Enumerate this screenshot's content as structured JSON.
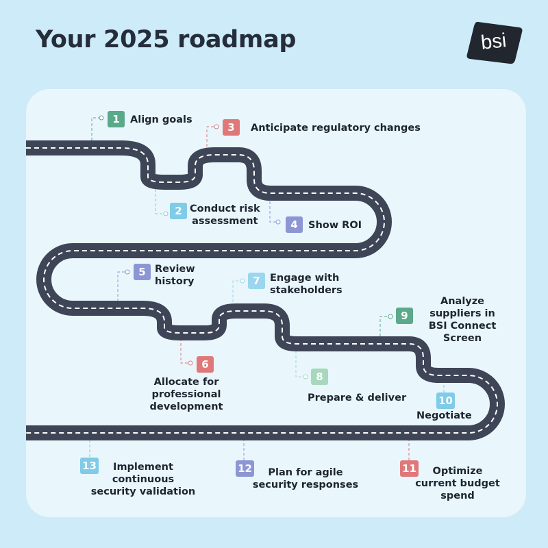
{
  "title": "Your 2025 roadmap",
  "logo": {
    "text": "bsi"
  },
  "colors": {
    "background": "#cdebf8",
    "panel": "#e9f6fc",
    "road": "#3e4556",
    "lane": "#ffffff"
  },
  "milestones": [
    {
      "num": "1",
      "label": "Align goals"
    },
    {
      "num": "2",
      "label": "Conduct risk\nassessment"
    },
    {
      "num": "3",
      "label": "Anticipate regulatory changes"
    },
    {
      "num": "4",
      "label": "Show ROI"
    },
    {
      "num": "5",
      "label": "Review\nhistory"
    },
    {
      "num": "6",
      "label": "Allocate for professional\ndevelopment"
    },
    {
      "num": "7",
      "label": "Engage with\nstakeholders"
    },
    {
      "num": "8",
      "label": "Prepare & deliver"
    },
    {
      "num": "9",
      "label": "Analyze\nsuppliers in\nBSI Connect\nScreen"
    },
    {
      "num": "10",
      "label": "Negotiate"
    },
    {
      "num": "11",
      "label": "Optimize\ncurrent budget\nspend"
    },
    {
      "num": "12",
      "label": "Plan for agile\nsecurity responses"
    },
    {
      "num": "13",
      "label": "Implement\ncontinuous\nsecurity validation"
    }
  ]
}
